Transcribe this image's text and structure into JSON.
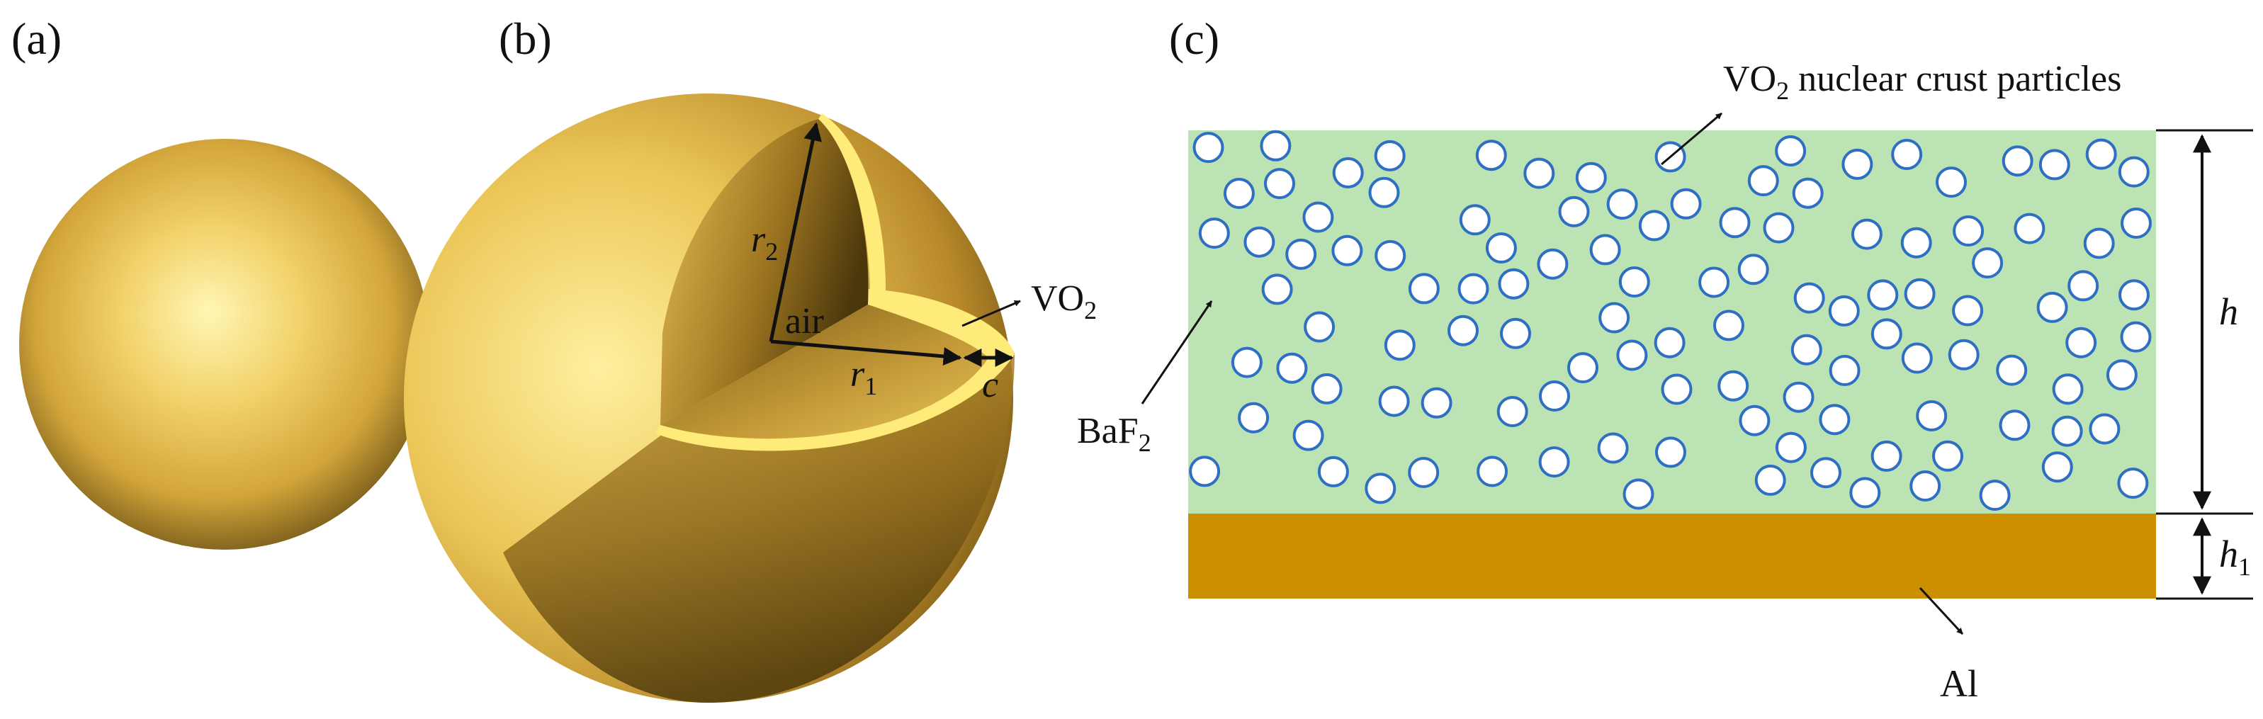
{
  "panels": {
    "a": {
      "label": "(a)"
    },
    "b": {
      "label": "(b)",
      "core_label": "air",
      "shell_label": "VO",
      "shell_sub": "2",
      "r1": {
        "main": "r",
        "sub": "1"
      },
      "r2": {
        "main": "r",
        "sub": "2"
      },
      "thickness": "c"
    },
    "c": {
      "label": "(c)",
      "particles_label": {
        "pre": "VO",
        "sub": "2",
        "post": " nuclear crust particles"
      },
      "matrix_label": {
        "pre": "BaF",
        "sub": "2"
      },
      "substrate_label": "Al",
      "h": {
        "main": "h"
      },
      "h1": {
        "main": "h",
        "sub": "1"
      },
      "particle_count": 115
    }
  },
  "colors": {
    "gold_light": "#FFF2A8",
    "gold_mid": "#E8C352",
    "gold_dark": "#5A4410",
    "shell_yellow": "#FFEB7A",
    "matrix_green": "#BCE3B4",
    "substrate_brown": "#CC8F00",
    "particle_ring": "#2E6FC4"
  }
}
